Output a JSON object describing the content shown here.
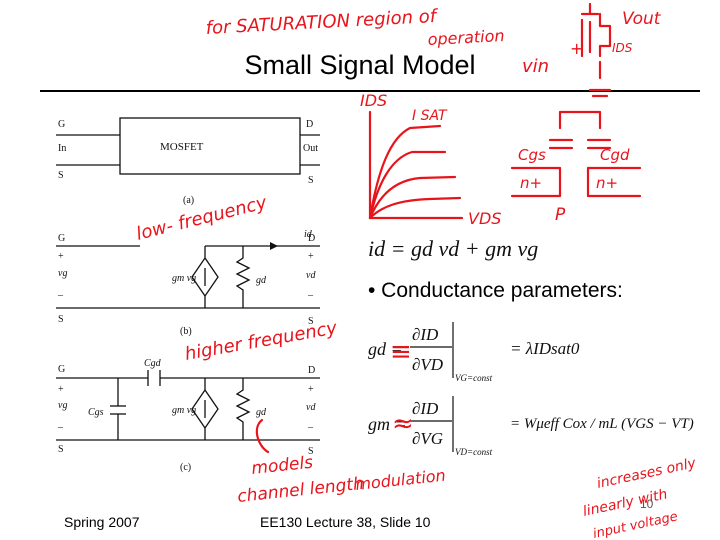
{
  "slide": {
    "title": "Small Signal Model",
    "bullet": "• Conductance parameters:",
    "footer_left": "Spring 2007",
    "footer_center": "EE130 Lecture 38, Slide 10",
    "slide_number": "10"
  },
  "circuit_a": {
    "g": "G",
    "in": "In",
    "s": "S",
    "d": "D",
    "out": "Out",
    "s2": "S",
    "box": "MOSFET",
    "caption": "(a)"
  },
  "circuit_b": {
    "g": "G",
    "plus": "+",
    "vg": "vg",
    "minus": "–",
    "s": "S",
    "d": "D",
    "plus2": "+",
    "vd": "vd",
    "minus2": "–",
    "s2": "S",
    "id": "id",
    "gm": "gm vg",
    "gd": "gd",
    "caption": "(b)"
  },
  "circuit_c": {
    "g": "G",
    "plus": "+",
    "vg": "vg",
    "minus": "–",
    "s": "S",
    "d": "D",
    "plus2": "+",
    "vd": "vd",
    "minus2": "–",
    "s2": "S",
    "cgd": "Cgd",
    "cgs": "Cgs",
    "gm": "gm vg",
    "gd": "gd",
    "caption": "(c)"
  },
  "equations": {
    "id_eq": "id = gd vd + gm vg",
    "gd_lhs": "gd =",
    "gd_frac_num": "∂ID",
    "gd_frac_den": "∂VD",
    "gd_sub": "VG=const",
    "gd_rhs": "= λIDsat0",
    "gm_lhs": "gm =",
    "gm_frac_num": "∂ID",
    "gm_frac_den": "∂VG",
    "gm_sub": "VD=const",
    "gm_rhs": "= Wμeff Cox / mL (VGS − VT)"
  },
  "annotations": {
    "saturation": "for SATURATION region of",
    "operation": "operation",
    "vin": "vin",
    "plus": "+",
    "vout": "Vout",
    "ids_top": "IDS",
    "ids_axis": "IDS",
    "isat": "I SAT",
    "vds": "VDS",
    "cgs": "Cgs",
    "cgd": "Cgd",
    "nplus1": "n+",
    "nplus2": "n+",
    "p": "P",
    "low_freq": "low- frequency",
    "higher_freq": "higher frequency",
    "models": "models",
    "channel": "channel length",
    "modulation": "modulation",
    "increases": "increases only",
    "linearly": "linearly with",
    "input_voltage": "input voltage",
    "eq_mark1": "≡",
    "eq_mark2": "≈"
  },
  "colors": {
    "ink": "#e8141c",
    "text": "#000000"
  }
}
